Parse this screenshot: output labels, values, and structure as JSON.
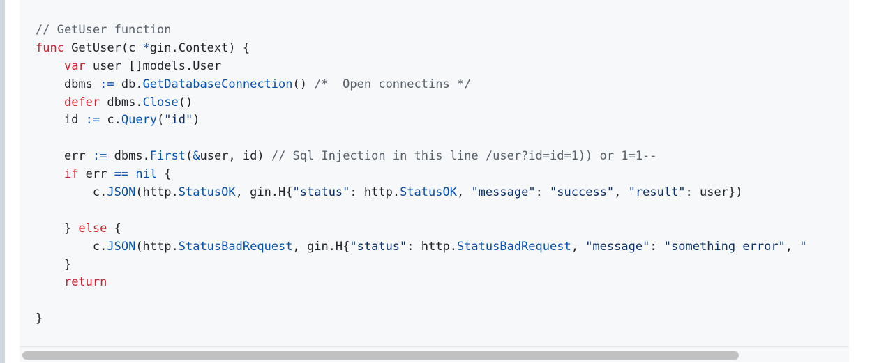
{
  "code": {
    "lines": [
      [
        {
          "t": "cm",
          "v": "// GetUser function"
        }
      ],
      [
        {
          "t": "kw",
          "v": "func"
        },
        {
          "t": "",
          "v": " GetUser(c "
        },
        {
          "t": "op",
          "v": "*"
        },
        {
          "t": "",
          "v": "gin.Context) {"
        }
      ],
      [
        {
          "t": "",
          "v": "    "
        },
        {
          "t": "kw",
          "v": "var"
        },
        {
          "t": "",
          "v": " user []models.User"
        }
      ],
      [
        {
          "t": "",
          "v": "    dbms "
        },
        {
          "t": "op",
          "v": ":="
        },
        {
          "t": "",
          "v": " db."
        },
        {
          "t": "fn",
          "v": "GetDatabaseConnection"
        },
        {
          "t": "",
          "v": "() "
        },
        {
          "t": "cm",
          "v": "/*  Open connectins */"
        }
      ],
      [
        {
          "t": "",
          "v": "    "
        },
        {
          "t": "kw",
          "v": "defer"
        },
        {
          "t": "",
          "v": " dbms."
        },
        {
          "t": "fn",
          "v": "Close"
        },
        {
          "t": "",
          "v": "()"
        }
      ],
      [
        {
          "t": "",
          "v": "    id "
        },
        {
          "t": "op",
          "v": ":="
        },
        {
          "t": "",
          "v": " c."
        },
        {
          "t": "fn",
          "v": "Query"
        },
        {
          "t": "",
          "v": "("
        },
        {
          "t": "str",
          "v": "\"id\""
        },
        {
          "t": "",
          "v": ")"
        }
      ],
      [
        {
          "t": "",
          "v": ""
        }
      ],
      [
        {
          "t": "",
          "v": "    err "
        },
        {
          "t": "op",
          "v": ":="
        },
        {
          "t": "",
          "v": " dbms."
        },
        {
          "t": "fn",
          "v": "First"
        },
        {
          "t": "",
          "v": "("
        },
        {
          "t": "op",
          "v": "&"
        },
        {
          "t": "",
          "v": "user, id) "
        },
        {
          "t": "cm",
          "v": "// Sql Injection in this line /user?id=id=1)) or 1=1--"
        }
      ],
      [
        {
          "t": "",
          "v": "    "
        },
        {
          "t": "kw",
          "v": "if"
        },
        {
          "t": "",
          "v": " err "
        },
        {
          "t": "op",
          "v": "=="
        },
        {
          "t": "",
          "v": " "
        },
        {
          "t": "op",
          "v": "nil"
        },
        {
          "t": "",
          "v": " {"
        }
      ],
      [
        {
          "t": "",
          "v": "        c."
        },
        {
          "t": "fn",
          "v": "JSON"
        },
        {
          "t": "",
          "v": "(http."
        },
        {
          "t": "fn",
          "v": "StatusOK"
        },
        {
          "t": "",
          "v": ", gin.H{"
        },
        {
          "t": "str",
          "v": "\"status\""
        },
        {
          "t": "",
          "v": ": http."
        },
        {
          "t": "fn",
          "v": "StatusOK"
        },
        {
          "t": "",
          "v": ", "
        },
        {
          "t": "str",
          "v": "\"message\""
        },
        {
          "t": "",
          "v": ": "
        },
        {
          "t": "str",
          "v": "\"success\""
        },
        {
          "t": "",
          "v": ", "
        },
        {
          "t": "str",
          "v": "\"result\""
        },
        {
          "t": "",
          "v": ": user})"
        }
      ],
      [
        {
          "t": "",
          "v": ""
        }
      ],
      [
        {
          "t": "",
          "v": "    } "
        },
        {
          "t": "kw",
          "v": "else"
        },
        {
          "t": "",
          "v": " {"
        }
      ],
      [
        {
          "t": "",
          "v": "        c."
        },
        {
          "t": "fn",
          "v": "JSON"
        },
        {
          "t": "",
          "v": "(http."
        },
        {
          "t": "fn",
          "v": "StatusBadRequest"
        },
        {
          "t": "",
          "v": ", gin.H{"
        },
        {
          "t": "str",
          "v": "\"status\""
        },
        {
          "t": "",
          "v": ": http."
        },
        {
          "t": "fn",
          "v": "StatusBadRequest"
        },
        {
          "t": "",
          "v": ", "
        },
        {
          "t": "str",
          "v": "\"message\""
        },
        {
          "t": "",
          "v": ": "
        },
        {
          "t": "str",
          "v": "\"something error\""
        },
        {
          "t": "",
          "v": ", "
        },
        {
          "t": "str",
          "v": "\""
        }
      ],
      [
        {
          "t": "",
          "v": "    }"
        }
      ],
      [
        {
          "t": "",
          "v": "    "
        },
        {
          "t": "kw",
          "v": "return"
        }
      ],
      [
        {
          "t": "",
          "v": ""
        }
      ],
      [
        {
          "t": "",
          "v": "}"
        }
      ]
    ]
  },
  "scrollbar": {
    "visible_fraction": 0.87,
    "scroll_position": 0
  }
}
